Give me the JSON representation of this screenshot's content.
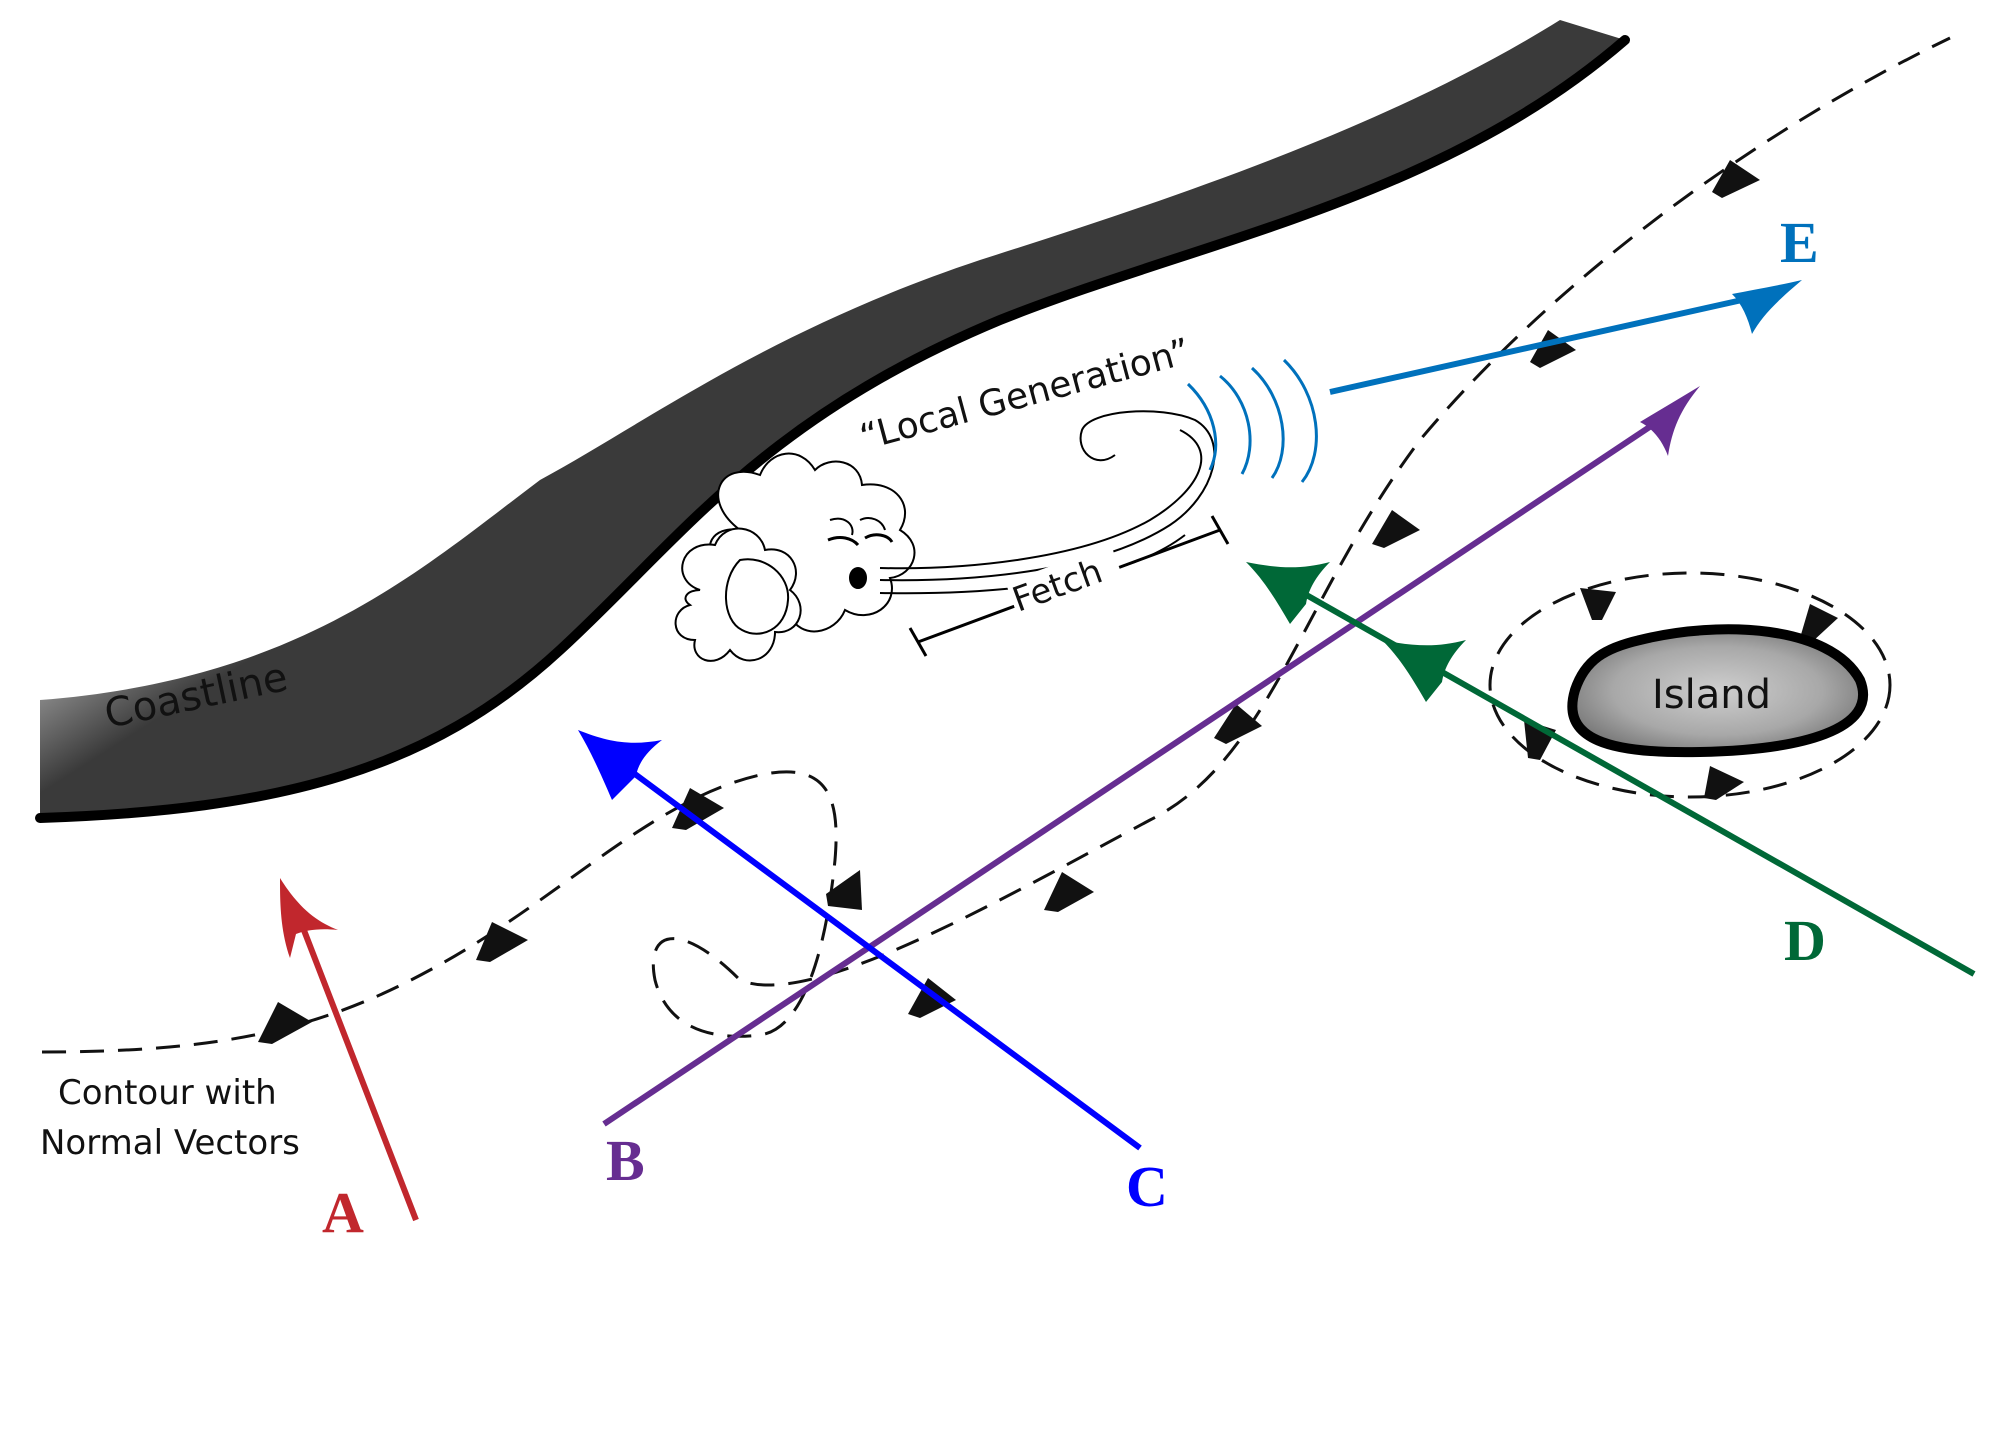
{
  "labels": {
    "coastline": "Coastline",
    "local_generation": "“Local Generation”",
    "fetch": "Fetch",
    "island": "Island",
    "contour_line1": "Contour with",
    "contour_line2": "Normal Vectors"
  },
  "rays": [
    {
      "id": "A",
      "label": "A",
      "color": "#c1272d"
    },
    {
      "id": "B",
      "label": "B",
      "color": "#662d91"
    },
    {
      "id": "C",
      "label": "C",
      "color": "#0000ff"
    },
    {
      "id": "D",
      "label": "D",
      "color": "#006837"
    },
    {
      "id": "E",
      "label": "E",
      "color": "#0071bc"
    }
  ],
  "colors": {
    "coast_line": "#000000",
    "land_shade": "#555555",
    "island_fill": "#9a9a9a",
    "wave_rings": "#0071bc"
  }
}
